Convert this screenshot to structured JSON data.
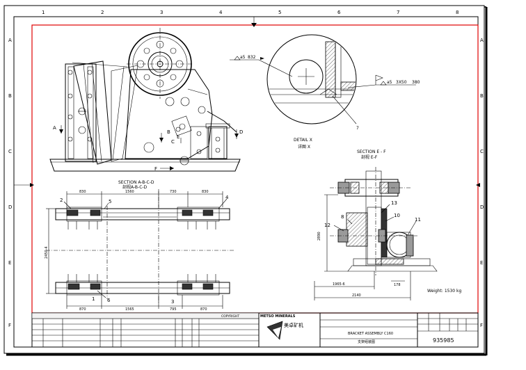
{
  "frame": {
    "zone_letters": [
      "A",
      "B",
      "C",
      "D",
      "E",
      "F"
    ],
    "zone_numbers": [
      "1",
      "2",
      "3",
      "4",
      "5",
      "6",
      "7",
      "8"
    ]
  },
  "views": {
    "front_labels": {
      "a": "A",
      "b": "B",
      "c": "C",
      "d": "D",
      "e": "E",
      "f": "F"
    },
    "detail": {
      "title": "DETAIL X",
      "title_cn": "详图 X",
      "weld_a": "a5",
      "weld_a_len": "832",
      "weld_b": "a5",
      "weld_b_spec": "3X50",
      "weld_b_len": "380",
      "item": "7"
    },
    "section_abcd": {
      "title": "SECTION A-B-C-D",
      "title_cn": "剖视A-B-C-D",
      "top_dims": [
        "830",
        "1560",
        "730",
        "830"
      ],
      "bottom_dims": [
        "870",
        "1565",
        "795",
        "870"
      ],
      "height_dim": "2450-4",
      "items": [
        "1",
        "2",
        "3",
        "4",
        "5",
        "6"
      ]
    },
    "section_ef": {
      "title": "SECTION E - F",
      "title_cn": "剖视 E-F",
      "dims": [
        "1965-6",
        "2140",
        "178"
      ],
      "vertical_dim": "2890",
      "items": [
        "8",
        "10",
        "11",
        "12",
        "13"
      ]
    },
    "weight": "Weight: 1530 kg"
  },
  "title_block": {
    "company": "METSO MINERALS",
    "company_cn": "美卓矿机",
    "drawing_title": "BRACKET ASSEMBLY C160",
    "drawing_title_cn": "支架组装图",
    "drawing_no": "935985",
    "copyright": "COPYRIGHT"
  }
}
